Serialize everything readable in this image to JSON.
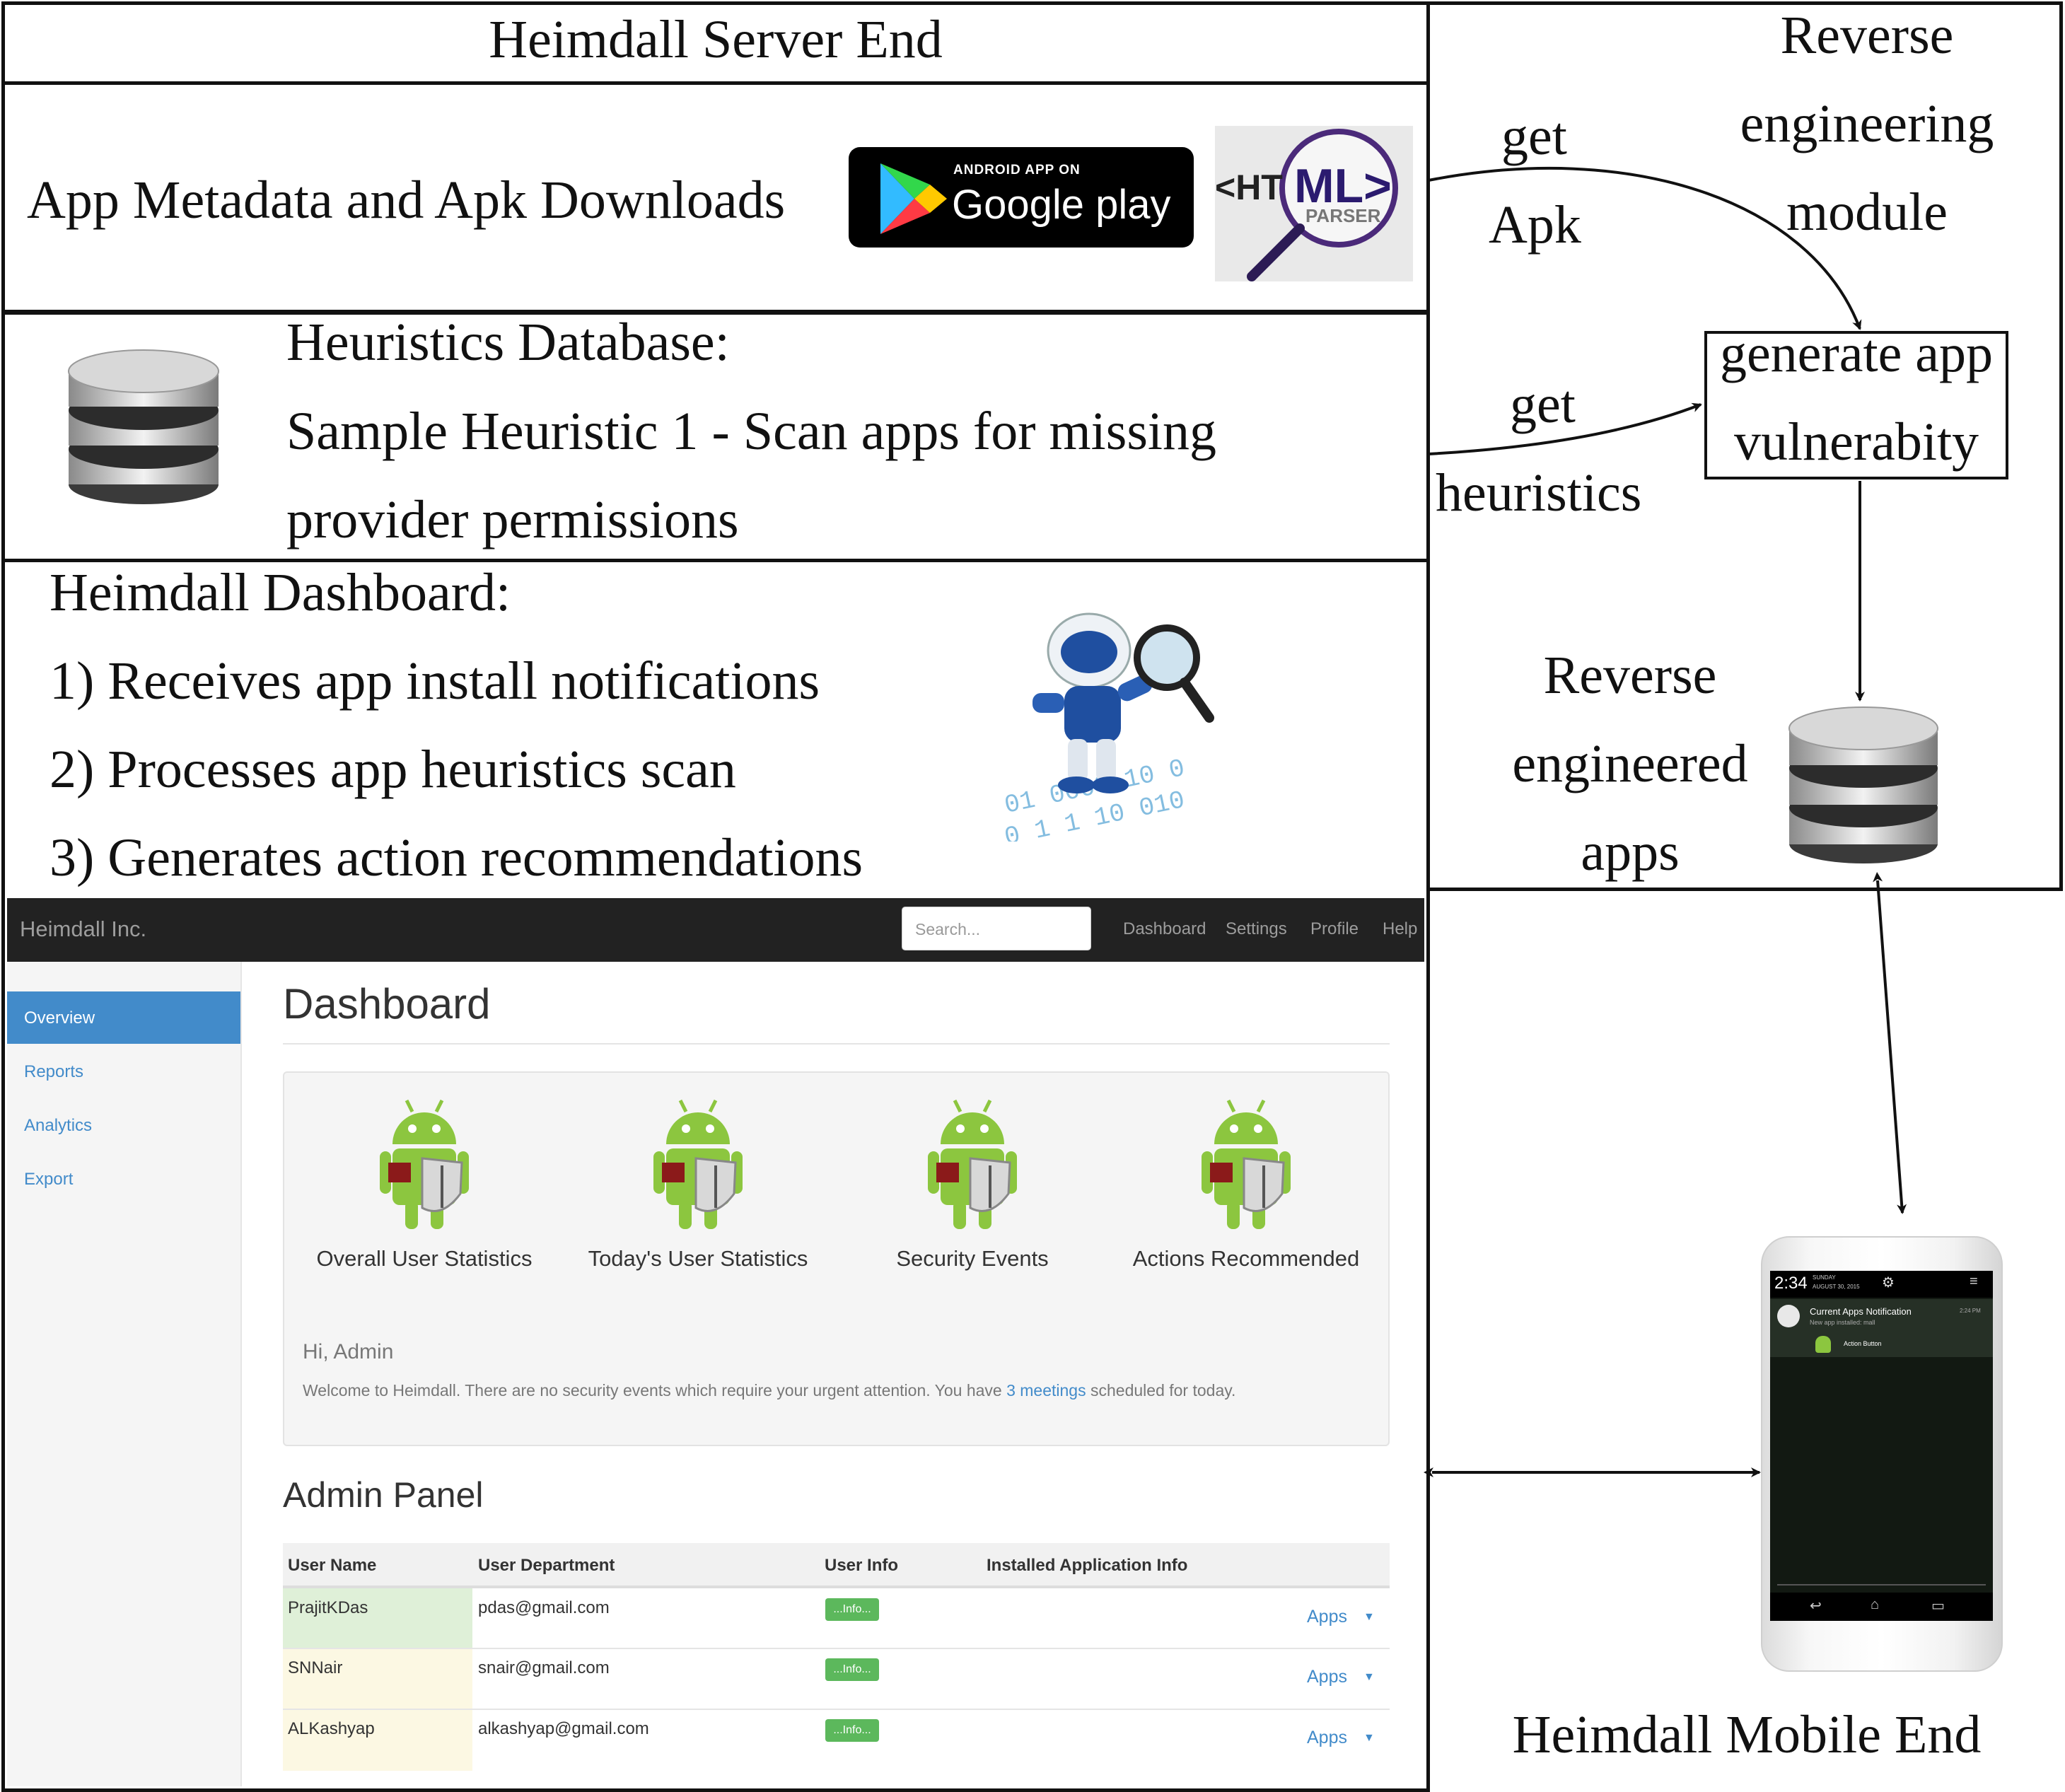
{
  "server": {
    "title": "Heimdall Server End",
    "metadata_label": "App Metadata and Apk Downloads",
    "gplay_small": "ANDROID APP ON",
    "gplay_big": "Google play",
    "html_logo_a": "<HT",
    "html_logo_b": "ML>",
    "html_logo_sub": "PARSER",
    "heuristics_title": "Heuristics Database:",
    "heuristics_line1": "Sample Heuristic 1 - Scan apps for missing",
    "heuristics_line2": "provider permissions",
    "dashboard_title": "Heimdall Dashboard:",
    "dashboard_items": [
      "1) Receives app install notifications",
      "2) Processes app heuristics scan",
      "3) Generates action recommendations"
    ]
  },
  "reverse": {
    "title_lines": [
      "Reverse",
      "engineering",
      "module"
    ],
    "get_apk": [
      "get",
      "Apk"
    ],
    "get_heuristics": [
      "get",
      "heuristics"
    ],
    "generate_box": [
      "generate app",
      "vulnerabity"
    ],
    "store_lines": [
      "Reverse",
      "engineered",
      "apps"
    ]
  },
  "mobile": {
    "title": "Heimdall Mobile End",
    "time": "2:34",
    "day": "SUNDAY",
    "date": "AUGUST 30, 2015",
    "notif_title": "Current Apps Notification",
    "notif_sub": "New app installed: mall",
    "notif_time": "2:24 PM",
    "action_button": "Action Button"
  },
  "dashboard": {
    "brand": "Heimdall Inc.",
    "search_placeholder": "Search...",
    "nav": [
      "Dashboard",
      "Settings",
      "Profile",
      "Help"
    ],
    "sidebar": [
      "Overview",
      "Reports",
      "Analytics",
      "Export"
    ],
    "heading": "Dashboard",
    "stats": [
      "Overall User Statistics",
      "Today's User Statistics",
      "Security Events",
      "Actions Recommended"
    ],
    "greeting": "Hi, Admin",
    "welcome_pre": "Welcome to Heimdall. There are no security events which require your urgent attention. You have ",
    "welcome_link": "3 meetings",
    "welcome_post": " scheduled for today.",
    "admin_heading": "Admin Panel",
    "columns": [
      "User Name",
      "User Department",
      "User Info",
      "Installed Application Info"
    ],
    "rows": [
      {
        "name": "PrajitKDas",
        "email": "pdas@gmail.com",
        "info": "...Info...",
        "apps": "Apps"
      },
      {
        "name": "SNNair",
        "email": "snair@gmail.com",
        "info": "...Info...",
        "apps": "Apps"
      },
      {
        "name": "ALKashyap",
        "email": "alkashyap@gmail.com",
        "info": "...Info...",
        "apps": "Apps"
      }
    ]
  },
  "colors": {
    "nav_bg": "#222222",
    "accent": "#428bca",
    "success": "#5cb85c",
    "android_green": "#8cc63f"
  }
}
